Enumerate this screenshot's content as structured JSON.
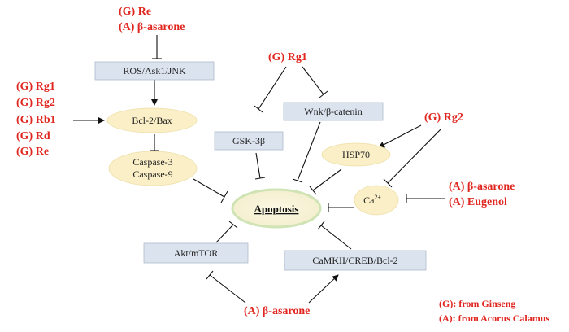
{
  "labels": {
    "top_g_re": "(G) Re",
    "top_a_beta": "(A) β-asarone",
    "rg1_mid": "(G) Rg1",
    "left_rg1": "(G) Rg1",
    "left_rg2": "(G) Rg2",
    "left_rb1": "(G) Rb1",
    "left_rd": "(G) Rd",
    "left_re": "(G) Re",
    "right_rg2": "(G) Rg2",
    "right_a_beta": "(A) β-asarone",
    "right_a_eugenol": "(A) Eugenol",
    "bottom_a_beta": "(A) β-asarone"
  },
  "nodes": {
    "ros": "ROS/Ask1/JNK",
    "bcl2bax": "Bcl-2/Bax",
    "caspase3": "Caspase-3",
    "caspase9": "Caspase-9",
    "wnk": "Wnk/β-catenin",
    "gsk": "GSK-3β",
    "hsp70": "HSP70",
    "ca": "Ca",
    "ca_sup": "2+",
    "apoptosis": "Apoptosis",
    "akt": "Akt/mTOR",
    "camkii": "CaMKII/CREB/Bcl-2"
  },
  "legend": {
    "ginseng": "(G): from Ginseng",
    "acorus": "(A): from Acorus Calamus"
  }
}
